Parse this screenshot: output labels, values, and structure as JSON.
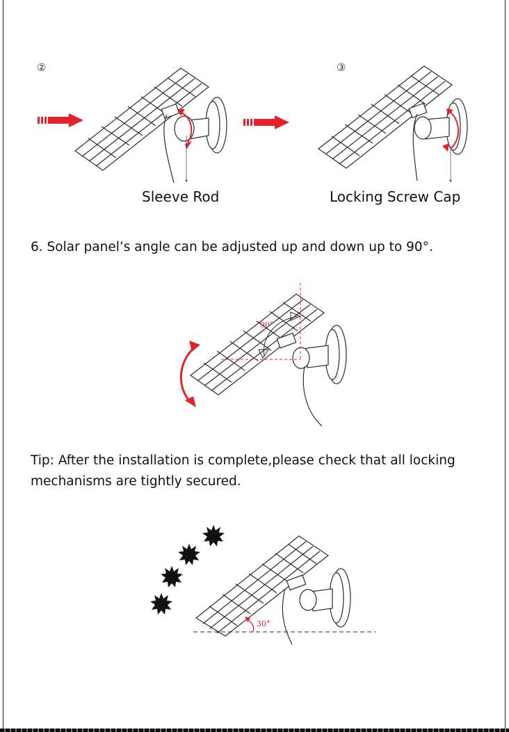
{
  "steps": [
    {
      "number": "②",
      "label": "Sleeve Rod"
    },
    {
      "number": "③",
      "label": "Locking Screw Cap"
    }
  ],
  "instruction": "6. Solar panel’s angle can be adjusted up and down up to 90°.",
  "angle_label_90": "90°",
  "tip": {
    "line1": "Tip: After the installation is complete,please check that all locking",
    "line2": "mechanisms are tightly secured."
  },
  "angle_label_30": "30°",
  "colors": {
    "accent": "#e8202a",
    "ink": "#111111",
    "panel_line": "#2b2b2b"
  },
  "icons": [
    "arrow-right-icon",
    "curved-double-arrow-icon",
    "sun-icon"
  ]
}
